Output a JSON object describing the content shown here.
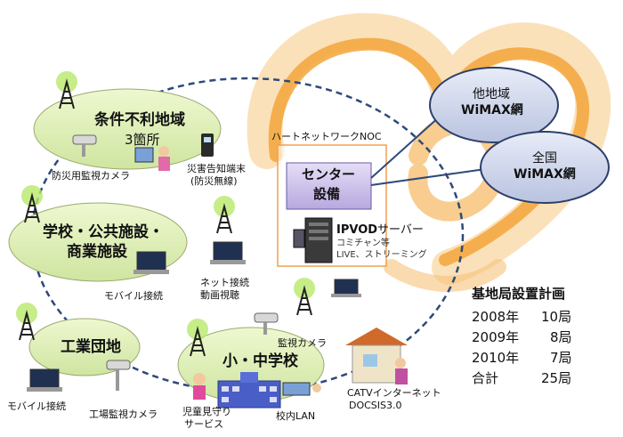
{
  "zones": {
    "rural": {
      "title": "条件不利地域",
      "sub": "3箇所"
    },
    "school_public": {
      "title_line1": "学校・公共施設・",
      "title_line2": "商業施設"
    },
    "industrial": {
      "title": "工業団地"
    },
    "school": {
      "title": "小・中学校"
    }
  },
  "labels": {
    "disaster_camera": "防災用監視カメラ",
    "disaster_terminal_line1": "災害告知端末",
    "disaster_terminal_line2": "(防災無線)",
    "mobile_1": "モバイル接続",
    "net_line1": "ネット接続",
    "net_line2": "動画視聴",
    "monitor_camera": "監視カメラ",
    "mobile_2": "モバイル接続",
    "factory_camera": "工場監視カメラ",
    "child_line1": "児童見守り",
    "child_line2": "サービス",
    "school_lan": "校内LAN",
    "catv_line1": "CATVインターネット",
    "catv_line2": "DOCSIS3.0"
  },
  "noc": {
    "title": "ハートネットワークNOC",
    "center_line1": "センター",
    "center_line2": "設備",
    "ipvod_bold": "IPVOD",
    "ipvod_rest": "サーバー",
    "ipvod_sub1": "コミチャン等",
    "ipvod_sub2": "LIVE、ストリーミング"
  },
  "wimax": {
    "other_line1": "他地域",
    "other_line2": "WiMAX網",
    "national_line1": "全国",
    "national_line2": "WiMAX網"
  },
  "plan": {
    "title": "基地局設置計画",
    "rows": [
      {
        "year": "2008年",
        "count": "10局"
      },
      {
        "year": "2009年",
        "count": "8局"
      },
      {
        "year": "2010年",
        "count": "7局"
      },
      {
        "year": "合計",
        "count": "25局"
      }
    ]
  },
  "colors": {
    "ellipse_fill": "#dff0b4",
    "ellipse_stroke": "#9aaa70",
    "heart_orange": "#f7b24a",
    "center_fill": "#cfc3ea",
    "noc_border": "#f0a050",
    "wimax_fill": "#d6dcef"
  }
}
